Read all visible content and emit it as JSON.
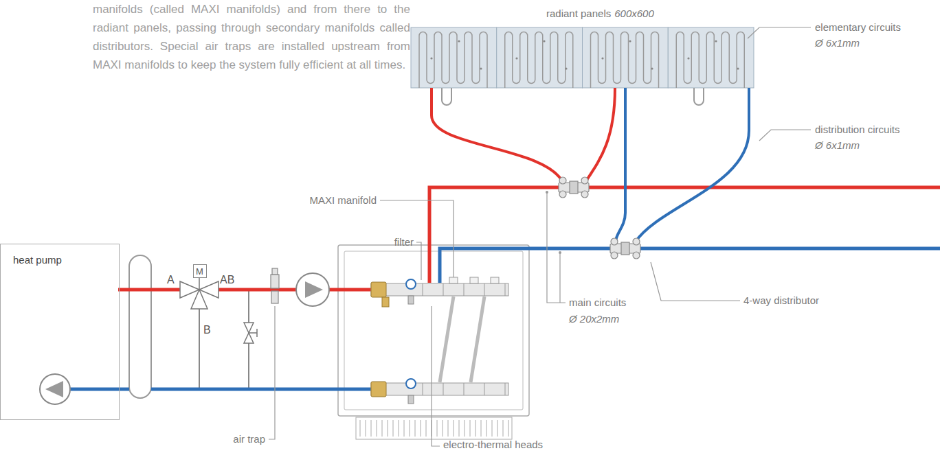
{
  "diagram": {
    "nodes": [
      {
        "text": [
          "radiant panels",
          "600x600"
        ]
      },
      {
        "text": [
          "heat pump"
        ]
      },
      {
        "text": [
          "M"
        ]
      }
    ],
    "labels": [
      "manifolds (called MAXI manifolds) and from there to the radiant panels, passing through secondary manifolds called distributors. Special air traps are installed upstream from MAXI manifolds to keep the system fully efficient at all times.",
      "elementary circuits",
      "Ø 6x1mm",
      "distribution circuits",
      "Ø 6x1mm",
      "MAXI manifold",
      "filter",
      "A",
      "AB",
      "main circuits",
      "Ø 20x2mm",
      "4-way distributor",
      "B",
      "air trap",
      "electro-thermal heads"
    ]
  }
}
